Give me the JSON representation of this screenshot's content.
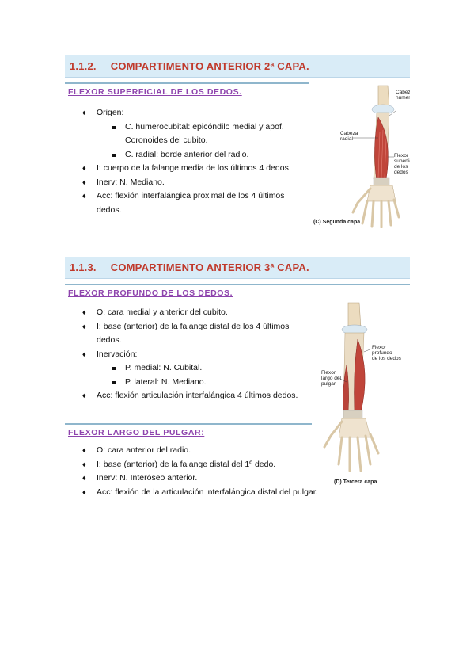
{
  "sections": [
    {
      "number": "1.1.2.",
      "title": "COMPARTIMENTO ANTERIOR 2ª CAPA.",
      "subsections": [
        {
          "title": "FLEXOR SUPERFICIAL DE LOS DEDOS.",
          "items": [
            {
              "text": "Origen:",
              "sub": [
                "C. humerocubital: epicóndilo medial y apof. Coronoides del cubito.",
                "C. radial: borde anterior del radio."
              ]
            },
            {
              "text": "I: cuerpo de la falange media de los últimos 4 dedos."
            },
            {
              "text": "Inerv: N. Mediano."
            },
            {
              "text": "Acc: flexión interfalángica proximal de los 4 últimos dedos."
            }
          ]
        }
      ],
      "figure": {
        "labels": [
          "Cabeza humeroulnar",
          "Cabeza radial",
          "Flexor superficial de los dedos"
        ],
        "caption": "(C) Segunda capa"
      }
    },
    {
      "number": "1.1.3.",
      "title": "COMPARTIMENTO ANTERIOR 3ª CAPA.",
      "subsections": [
        {
          "title": "FLEXOR PROFUNDO DE LOS DEDOS.",
          "items": [
            {
              "text": "O: cara medial y anterior del cubito."
            },
            {
              "text": "I: base (anterior) de la falange distal de los 4 últimos dedos."
            },
            {
              "text": "Inervación:",
              "sub": [
                "P. medial: N. Cubital.",
                "P. lateral: N. Mediano."
              ]
            },
            {
              "text": "Acc: flexión articulación interfalángica 4 últimos dedos."
            }
          ]
        },
        {
          "title": "FLEXOR LARGO DEL PULGAR:",
          "items": [
            {
              "text": "O: cara anterior del radio."
            },
            {
              "text": "I: base (anterior) de la falange distal del 1º dedo."
            },
            {
              "text": "Inerv: N. Interóseo anterior."
            },
            {
              "text": "Acc: flexión de la articulación interfalángica distal del pulgar."
            }
          ]
        }
      ],
      "figure": {
        "labels": [
          "Flexor profundo de los dedos",
          "Flexor largo del pulgar"
        ],
        "caption": "(D) Tercera capa"
      }
    }
  ],
  "colors": {
    "heading_text": "#c0392b",
    "heading_bg": "#d9ecf7",
    "subheading": "#8e44ad",
    "muscle": "#c0453a"
  }
}
